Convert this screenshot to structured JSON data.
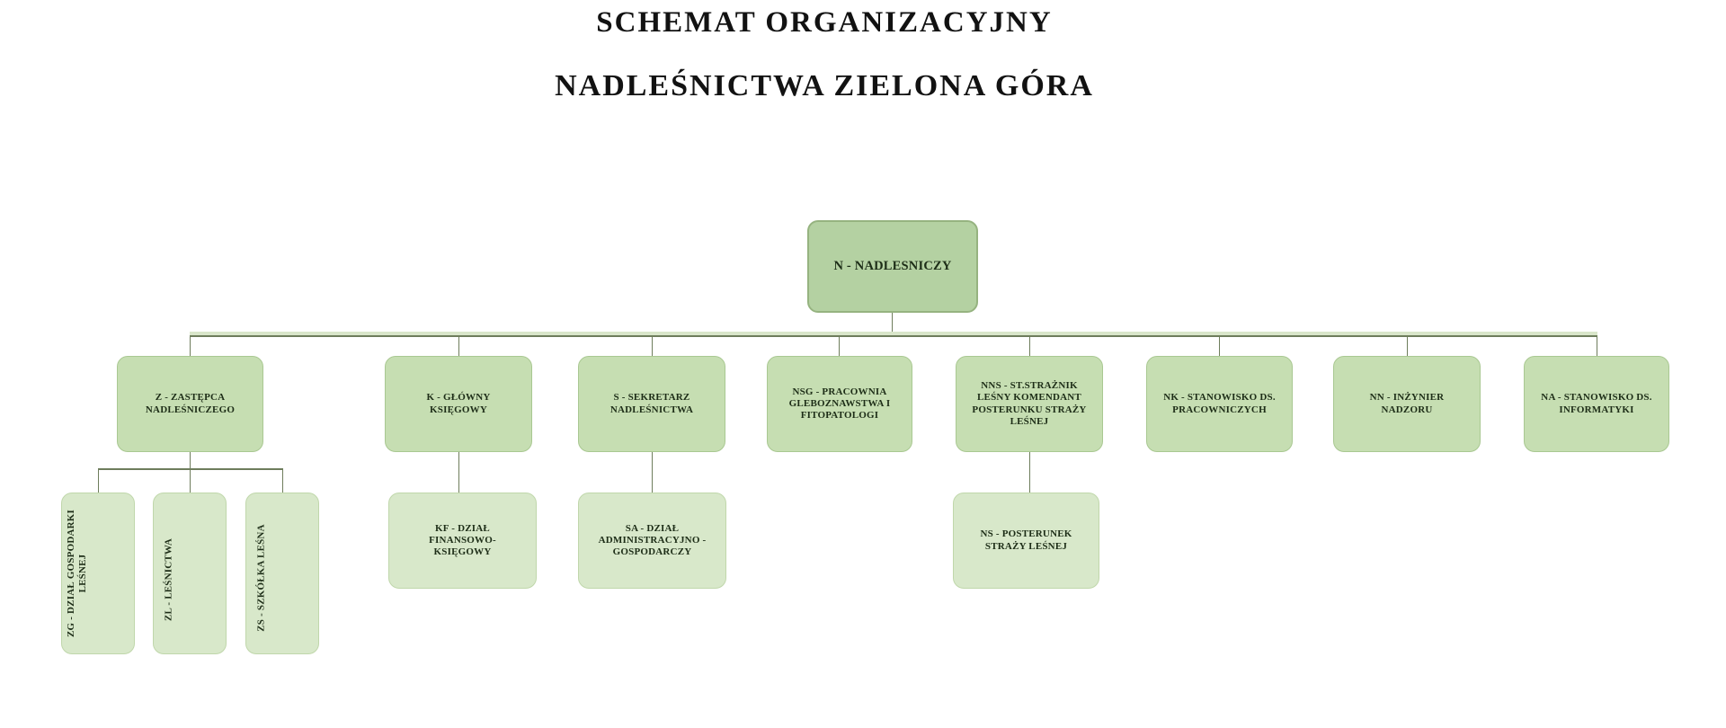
{
  "title": {
    "line1": "SCHEMAT ORGANIZACYJNY",
    "line2": "NADLEŚNICTWA ZIELONA GÓRA"
  },
  "nodes": {
    "n": {
      "code": "N",
      "label": "N - NADLESNICZY"
    },
    "z": {
      "code": "Z",
      "label": "Z - ZASTĘPCA\nNADLEŚNICZEGO"
    },
    "k": {
      "code": "K",
      "label": "K - GŁÓWNY\nKSIĘGOWY"
    },
    "s": {
      "code": "S",
      "label": "S - SEKRETARZ\nNADLEŚNICTWA"
    },
    "nsg": {
      "code": "NSG",
      "label": "NSG - PRACOWNIA\nGLEBOZNAWSTWA I\nFITOPATOLOGI"
    },
    "nns": {
      "code": "NNS",
      "label": "NNS - ST.STRAŻNIK\nLEŚNY KOMENDANT\nPOSTERUNKU STRAŻY\nLEŚNEJ"
    },
    "nk": {
      "code": "NK",
      "label": "NK - STANOWISKO DS.\nPRACOWNICZYCH"
    },
    "nn": {
      "code": "NN",
      "label": "NN - INŻYNIER\nNADZORU"
    },
    "na": {
      "code": "NA",
      "label": "NA - STANOWISKO DS.\nINFORMATYKI"
    },
    "zg": {
      "code": "ZG",
      "label": "ZG - DZIAŁ GOSPODARKI\nLEŚNEJ"
    },
    "zl": {
      "code": "ZL",
      "label": "ZL - LEŚNICTWA"
    },
    "zs": {
      "code": "ZS",
      "label": "ZS - SZKÓŁKA LEŚNA"
    },
    "kf": {
      "code": "KF",
      "label": "KF - DZIAŁ\nFINANSOWO-\nKSIĘGOWY"
    },
    "sa": {
      "code": "SA",
      "label": "SA - DZIAŁ\nADMINISTRACYJNO -\nGOSPODARCZY"
    },
    "ns": {
      "code": "NS",
      "label": "NS - POSTERUNEK\nSTRAŻY LEŚNEJ"
    }
  },
  "hierarchy": {
    "n": [
      "z",
      "k",
      "s",
      "nsg",
      "nns",
      "nk",
      "nn",
      "na"
    ],
    "z": [
      "zg",
      "zl",
      "zs"
    ],
    "k": [
      "kf"
    ],
    "s": [
      "sa"
    ],
    "nns": [
      "ns"
    ]
  },
  "colors": {
    "node_fill_level1": "#b4d1a2",
    "node_border_level1": "#96b380",
    "node_fill_level2": "#c6deb2",
    "node_border_level2": "#a9c892",
    "node_fill_level3": "#d8e8ca",
    "node_border_level3": "#c0d7ab",
    "connector": "#6e7d5c",
    "connector_band": "#d9e6ca",
    "text": "#1d2d17",
    "title_text": "#121212",
    "background": "#ffffff"
  }
}
